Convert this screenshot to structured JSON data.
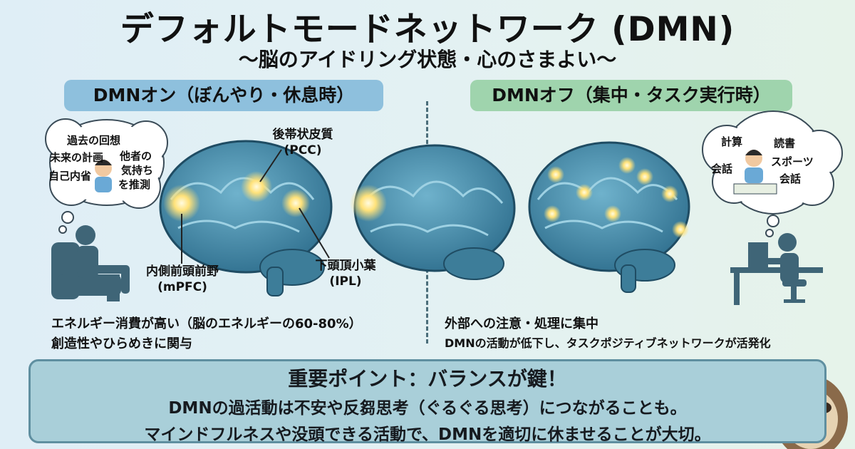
{
  "header": {
    "title": "デフォルトモードネットワーク (DMN)",
    "subtitle": "〜脳のアイドリング状態・心のさまよい〜"
  },
  "dmn_on": {
    "heading": "DMNオン（ぼんやり・休息時）",
    "thoughts": [
      "過去の回想",
      "未来の計画",
      "自己内省",
      "他者の",
      "気持ち",
      "を推測"
    ],
    "labels": {
      "pcc_name": "後帯状皮質",
      "pcc_abbr": "(PCC)",
      "mpfc_name": "内側前頭前野",
      "mpfc_abbr": "(mPFC)",
      "ipl_name": "下頭頂小葉",
      "ipl_abbr": "(IPL)"
    },
    "line1": "エネルギー消費が高い（脳のエネルギーの60-80%）",
    "line2": "創造性やひらめきに関与"
  },
  "dmn_off": {
    "heading": "DMNオフ（集中・タスク実行時）",
    "activities": [
      "計算",
      "読書",
      "会話",
      "スポーツ",
      "会話"
    ],
    "line1": "外部への注意・処理に集中",
    "line2": "DMNの活動が低下し、タスクポジティブネットワークが活発化"
  },
  "key_point": {
    "title": "重要ポイント：バランスが鍵！",
    "line1": "DMNの過活動は不安や反芻思考（ぐるぐる思考）につながることも。",
    "line2": "マインドフルネスや没頭できる活動で、DMNを適切に休ませることが大切。"
  },
  "colors": {
    "on_accent": "#8ec0dd",
    "off_accent": "#9fd4ad",
    "brain": "#3f7f9e",
    "glow": "#ffe27a"
  }
}
